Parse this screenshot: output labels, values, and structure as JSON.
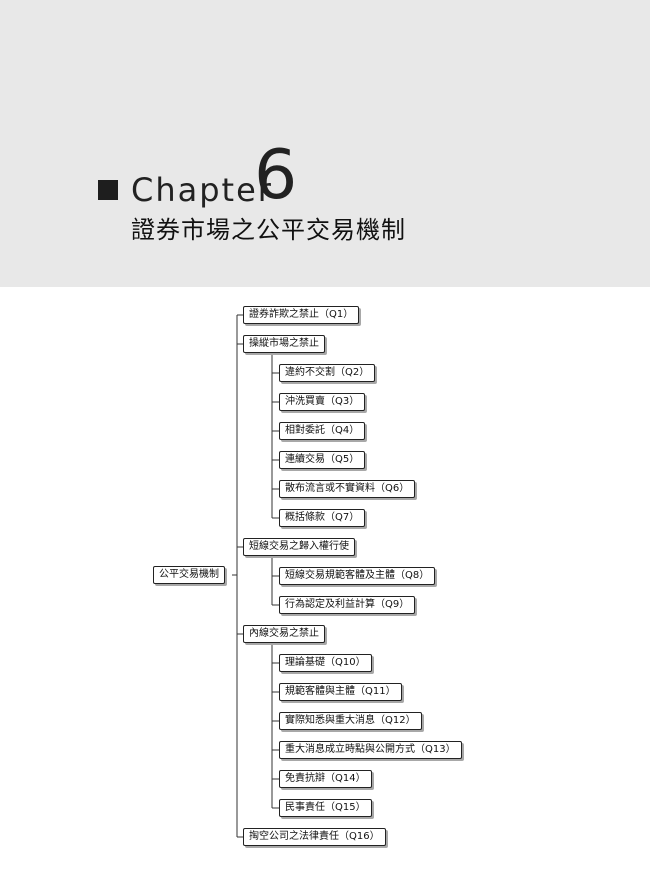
{
  "chapter": {
    "word": "Chapter",
    "number": "6",
    "title": "證券市場之公平交易機制"
  },
  "tree": {
    "root": "公平交易機制",
    "items": [
      {
        "label": "證券詐欺之禁止（Q1）"
      },
      {
        "label": "操縱市場之禁止",
        "children": [
          "違約不交割（Q2）",
          "沖洗買賣（Q3）",
          "相對委託（Q4）",
          "連續交易（Q5）",
          "散布流言或不實資料（Q6）",
          "概括條款（Q7）"
        ]
      },
      {
        "label": "短線交易之歸入權行使",
        "children": [
          "短線交易規範客體及主體（Q8）",
          "行為認定及利益計算（Q9）"
        ]
      },
      {
        "label": "內線交易之禁止",
        "children": [
          "理論基礎（Q10）",
          "規範客體與主體（Q11）",
          "實際知悉與重大消息（Q12）",
          "重大消息成立時點與公開方式（Q13）",
          "免責抗辯（Q14）",
          "民事責任（Q15）"
        ]
      },
      {
        "label": "掏空公司之法律責任（Q16）"
      }
    ]
  }
}
